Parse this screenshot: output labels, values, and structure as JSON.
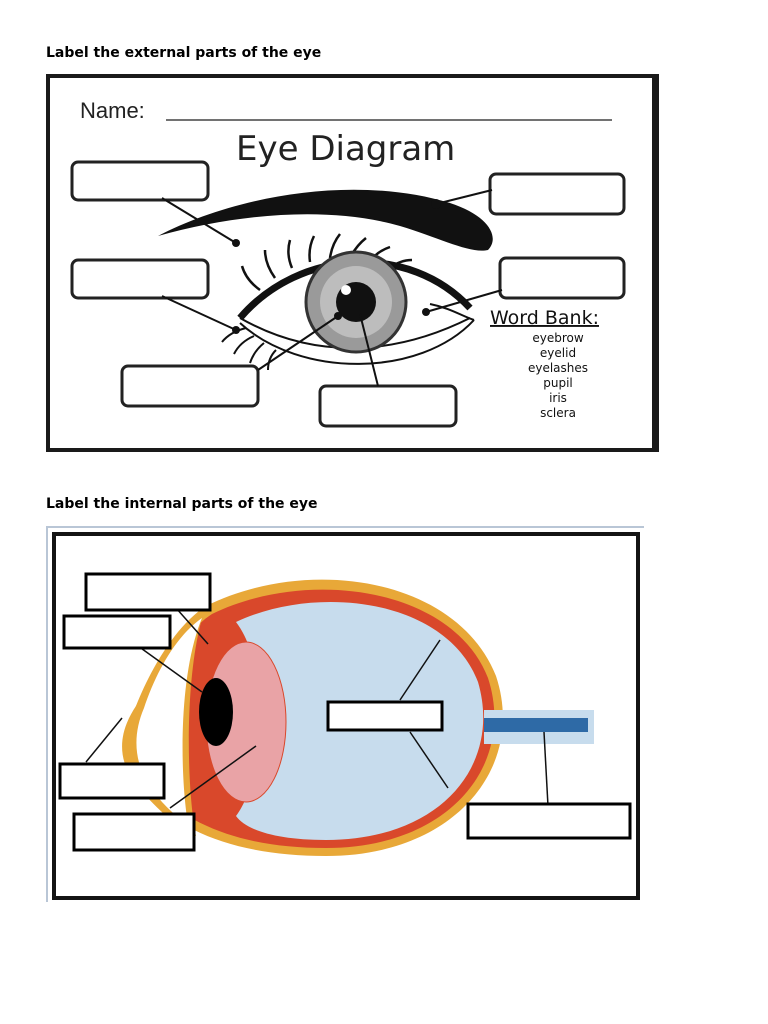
{
  "external_section": {
    "heading": "Label the external parts of the eye",
    "name_label": "Name:",
    "diagram_title": "Eye Diagram",
    "word_bank": {
      "title": "Word Bank:",
      "words": [
        "eyebrow",
        "eyelid",
        "eyelashes",
        "pupil",
        "iris",
        "sclera"
      ]
    }
  },
  "internal_section": {
    "heading": "Label the internal parts of the eye"
  },
  "colors": {
    "frame_border": "#1a1a1a",
    "eyebrow": "#111111",
    "iris": "#9a9a9a",
    "pupil": "#111111",
    "sclera_outer": "#e8a838",
    "choroid": "#d9482b",
    "lens": "#e9a3a6",
    "vitreous": "#c7dced",
    "optic_nerve": "#2e6aa6"
  }
}
